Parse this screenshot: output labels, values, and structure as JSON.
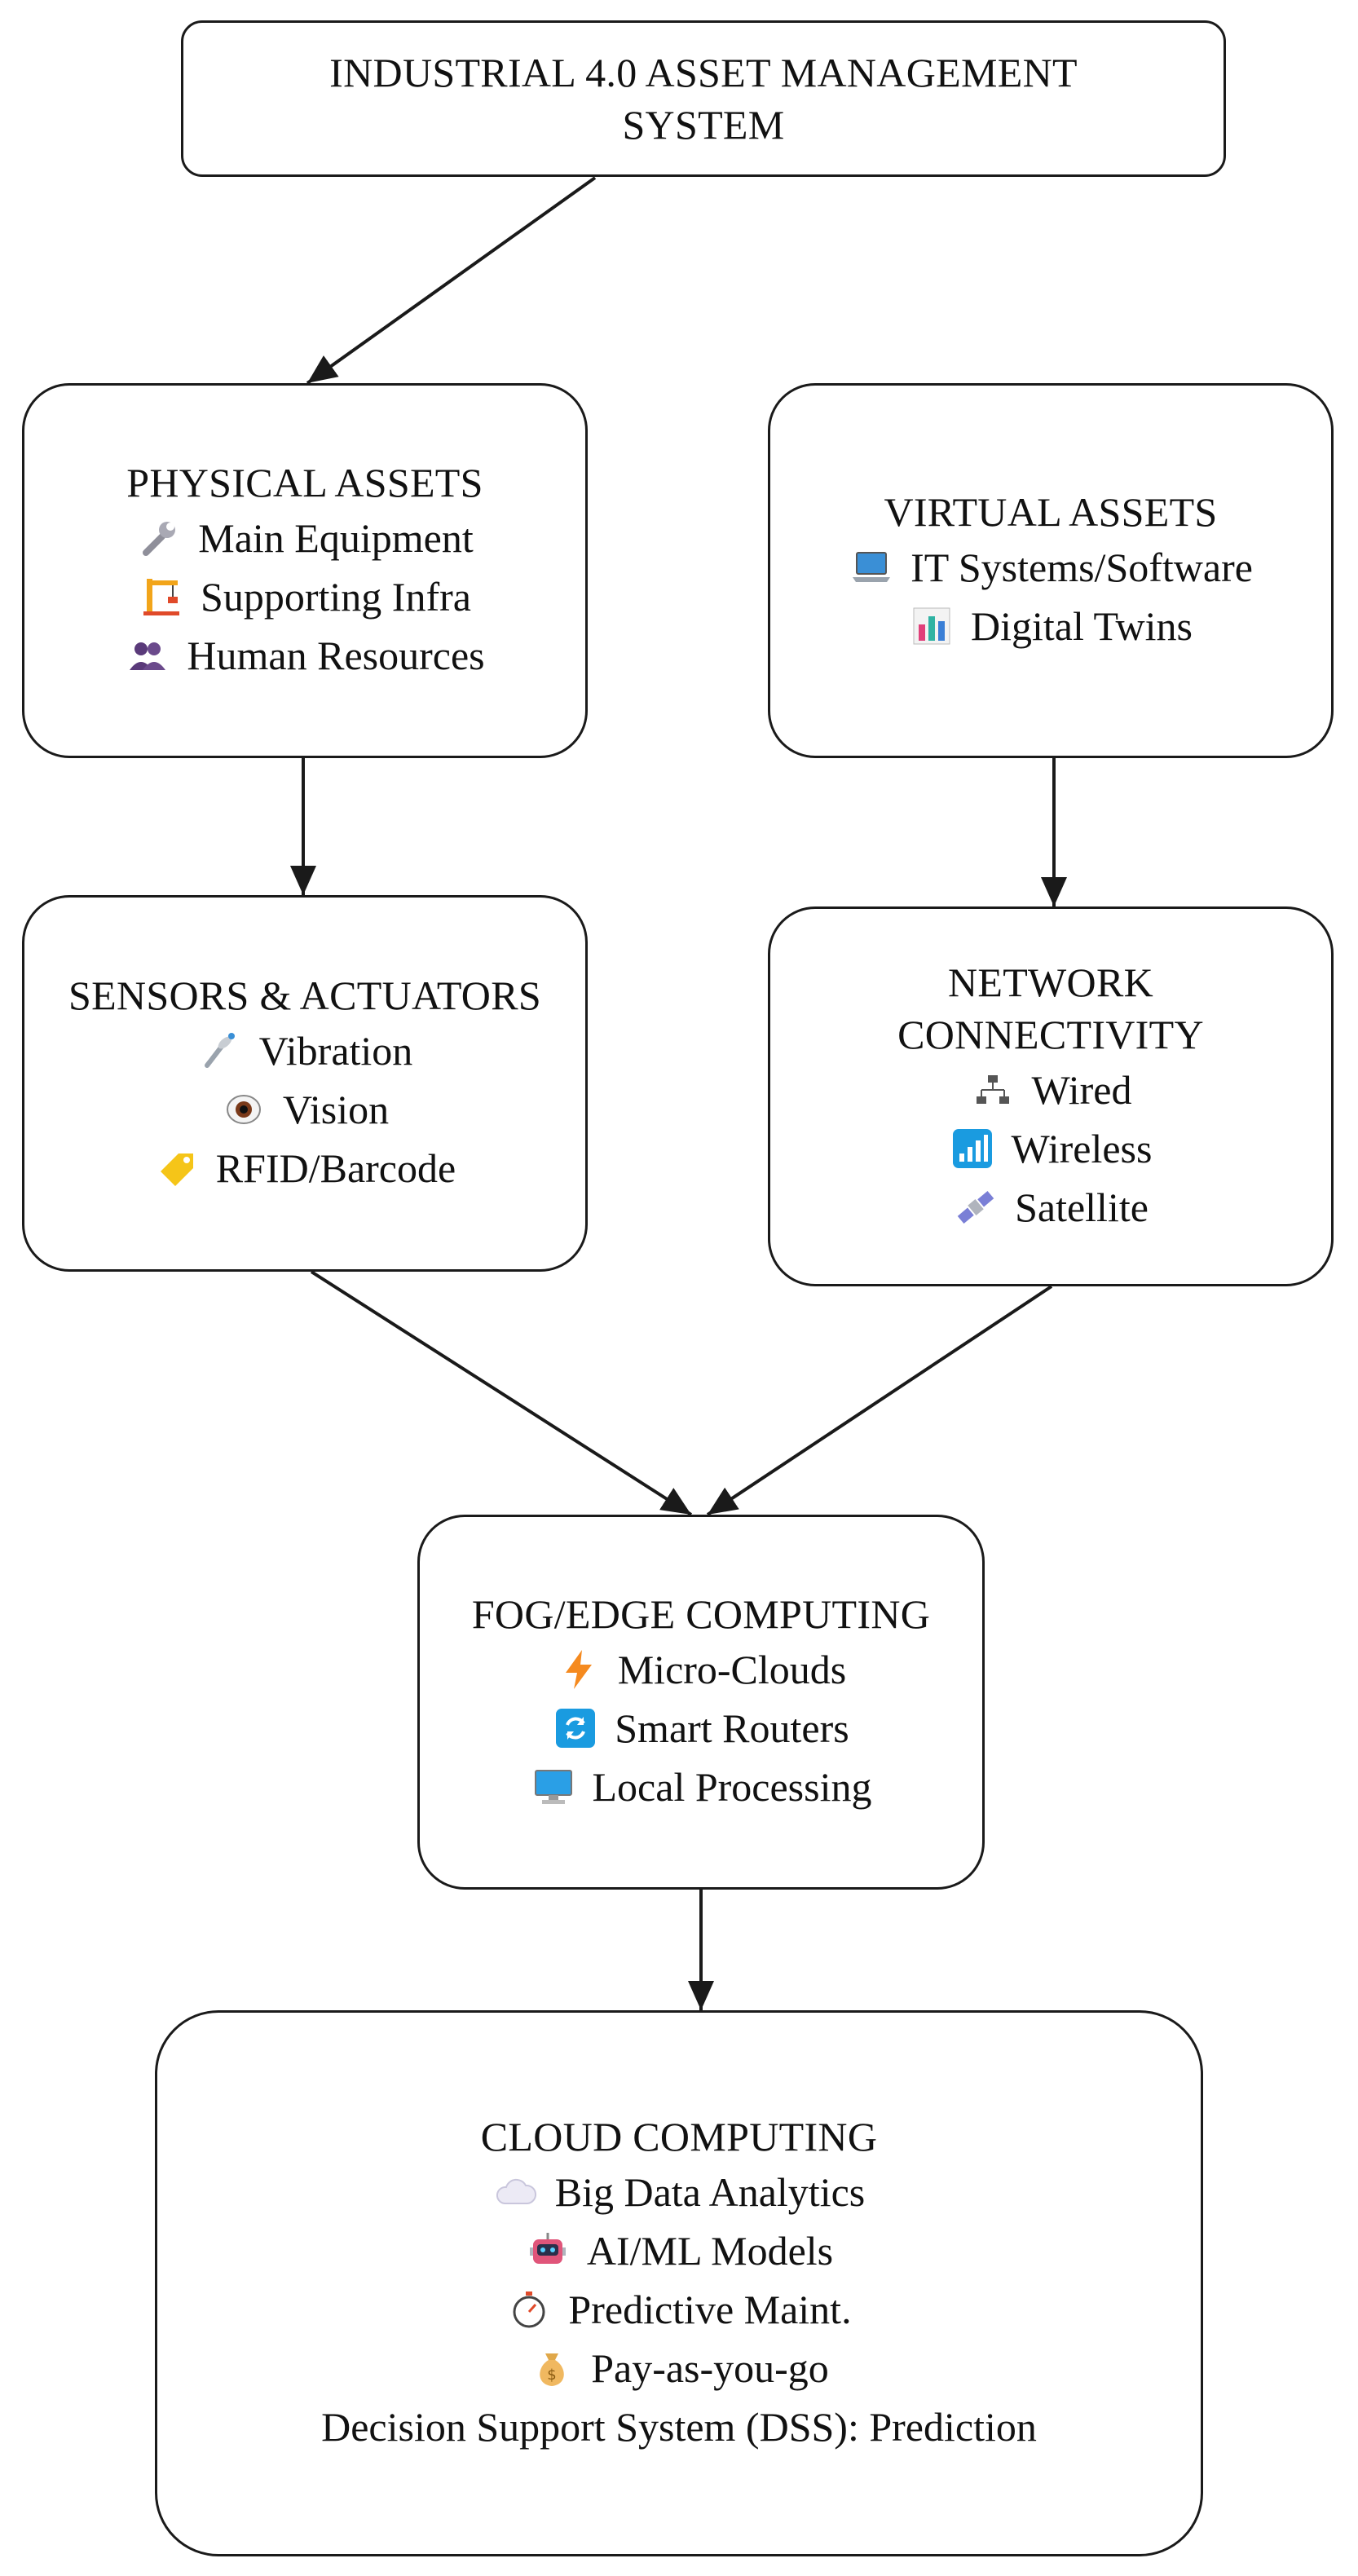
{
  "nodes": {
    "root": {
      "title_lines": [
        "INDUSTRIAL 4.0 ASSET MANAGEMENT",
        "SYSTEM"
      ]
    },
    "physical": {
      "title": "PHYSICAL ASSETS",
      "items": [
        {
          "icon": "wrench-icon",
          "label": "Main Equipment"
        },
        {
          "icon": "crane-icon",
          "label": "Supporting Infra"
        },
        {
          "icon": "people-icon",
          "label": "Human Resources"
        }
      ]
    },
    "virtual": {
      "title": "VIRTUAL ASSETS",
      "items": [
        {
          "icon": "laptop-icon",
          "label": "IT Systems/Software"
        },
        {
          "icon": "bar-chart-icon",
          "label": "Digital Twins"
        }
      ]
    },
    "sensors": {
      "title": "SENSORS & ACTUATORS",
      "items": [
        {
          "icon": "antenna-icon",
          "label": "Vibration"
        },
        {
          "icon": "eye-icon",
          "label": "Vision"
        },
        {
          "icon": "tag-icon",
          "label": "RFID/Barcode"
        }
      ]
    },
    "network": {
      "title_lines": [
        "NETWORK",
        "CONNECTIVITY"
      ],
      "items": [
        {
          "icon": "wired-network-icon",
          "label": "Wired"
        },
        {
          "icon": "signal-bars-icon",
          "label": "Wireless"
        },
        {
          "icon": "satellite-icon",
          "label": "Satellite"
        }
      ]
    },
    "fog": {
      "title": "FOG/EDGE COMPUTING",
      "items": [
        {
          "icon": "lightning-icon",
          "label": "Micro-Clouds"
        },
        {
          "icon": "refresh-icon",
          "label": "Smart Routers"
        },
        {
          "icon": "desktop-icon",
          "label": "Local Processing"
        }
      ]
    },
    "cloud": {
      "title": "CLOUD COMPUTING",
      "items": [
        {
          "icon": "cloud-icon",
          "label": "Big Data Analytics"
        },
        {
          "icon": "robot-icon",
          "label": "AI/ML Models"
        },
        {
          "icon": "stopwatch-icon",
          "label": "Predictive Maint."
        },
        {
          "icon": "money-bag-icon",
          "label": "Pay-as-you-go"
        }
      ],
      "footer": "Decision Support System (DSS): Prediction"
    }
  },
  "colors": {
    "border": "#1a1a1a",
    "arrow": "#1a1a1a"
  }
}
